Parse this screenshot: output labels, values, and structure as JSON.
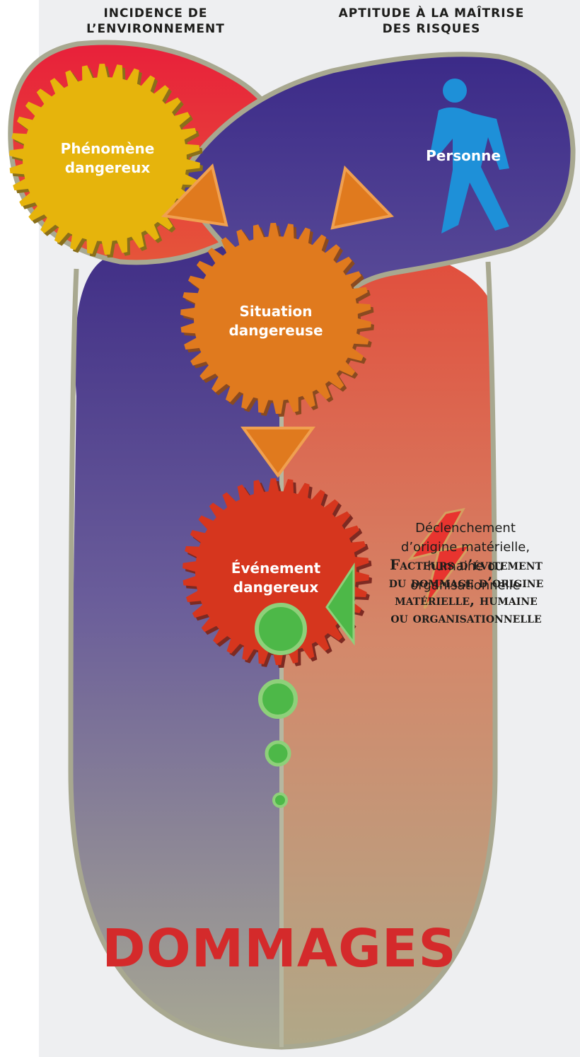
{
  "headers": {
    "left": "INCIDENCE DE\nL’ENVIRONNEMENT",
    "right": "APTITUDE À LA MAÎTRISE\nDES RISQUES"
  },
  "labels": {
    "phenomene": "Phénomène\ndangereux",
    "personne": "Personne",
    "situation": "Situation\ndangereuse",
    "evenement": "Événement\ndangereux"
  },
  "trigger_text": "Déclenchement\nd’origine matérielle,\nhumaine ou\norganisationnelle",
  "factors_text": "Facteurs d’évitement\ndu dommage d’origine\nmatérielle, humaine\nou organisationnelle",
  "outcome": "DOMMAGES",
  "colors": {
    "background_panel": "#eeeff1",
    "purple": "#4a3a8c",
    "red_region": "#e8343a",
    "gear_yellow": "#e6b40c",
    "gear_orange": "#e07a1e",
    "gear_red": "#d6361e",
    "green": "#4db848",
    "outline": "#a8a890",
    "dommages_text": "#d42a2b",
    "person_blue": "#1e90d8"
  },
  "icons": [
    "person-walking-icon",
    "lightning-bolt-icon",
    "arrow-triangle-icon"
  ]
}
